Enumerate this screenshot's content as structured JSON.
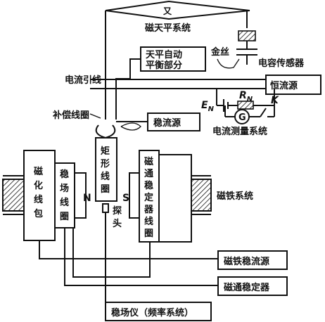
{
  "balance": {
    "fulcrum_mark": "又",
    "title": "磁天平系统",
    "auto_balance": [
      "天平自动",
      "平衡部分"
    ]
  },
  "sensor": {
    "gold_wire": "金丝",
    "cap_sensor": "电容传感器"
  },
  "current_circuit": {
    "lead": "电流引线",
    "constant_source": "恒流源",
    "en": "E",
    "en_sub": "N",
    "rn": "R",
    "rn_sub": "N",
    "galvanometer": "G",
    "switch": "K",
    "measure_system": "电流测量系统"
  },
  "coils": {
    "compensation": "补偿线圈",
    "stab_source": "稳流源",
    "rect_coil": [
      "矩",
      "形",
      "线",
      "圈"
    ],
    "probe": [
      "探",
      "头"
    ]
  },
  "magnet": {
    "magnetizing": [
      "磁",
      "化",
      "线",
      "包"
    ],
    "field_stab": [
      "稳",
      "场",
      "线",
      "圈"
    ],
    "flux_stab": [
      "磁",
      "通",
      "稳",
      "定",
      "器",
      "线",
      "圈"
    ],
    "north": "N",
    "south": "S",
    "system": "磁铁系统"
  },
  "bottom": {
    "magnet_source": "磁铁稳流源",
    "flux_stabilizer": "磁通稳定器",
    "field_meter": "稳场仪（频率系统）"
  }
}
